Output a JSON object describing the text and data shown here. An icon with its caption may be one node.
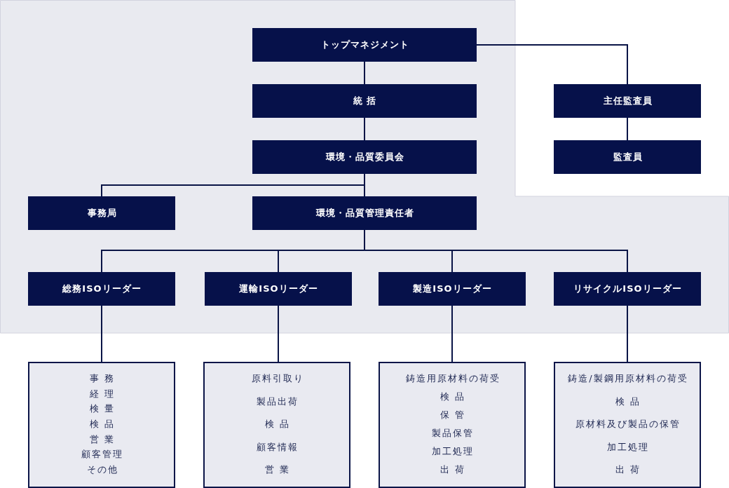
{
  "diagram": {
    "nodes": [
      {
        "text": [
          "トップマネジメント"
        ]
      },
      {
        "text": [
          "統 括"
        ]
      },
      {
        "text": [
          "主任監査員"
        ]
      },
      {
        "text": [
          "環境・品質委員会"
        ]
      },
      {
        "text": [
          "監査員"
        ]
      },
      {
        "text": [
          "事務局"
        ]
      },
      {
        "text": [
          "環境・品質管理責任者"
        ]
      },
      {
        "text": [
          "総務ISOリーダー"
        ]
      },
      {
        "text": [
          "運輸ISOリーダー"
        ]
      },
      {
        "text": [
          "製造ISOリーダー"
        ]
      },
      {
        "text": [
          "リサイクルISOリーダー"
        ]
      },
      {
        "text": [
          "事 務",
          "経 理",
          "検 量",
          "検 品",
          "営 業",
          "顧客管理",
          "その他"
        ]
      },
      {
        "text": [
          "原料引取り",
          "製品出荷",
          "検 品",
          "顧客情報",
          "営 業"
        ]
      },
      {
        "text": [
          "鋳造用原材料の荷受",
          "検 品",
          "保 管",
          "製品保管",
          "加工処理",
          "出 荷"
        ]
      },
      {
        "text": [
          "鋳造/製鋼用原材料の荷受",
          "検 品",
          "原材料及び製品の保管",
          "加工処理",
          "出 荷"
        ]
      }
    ],
    "edges": [
      {
        "from": 0,
        "to": 1,
        "arrow": "none"
      },
      {
        "from": 1,
        "to": 3,
        "arrow": "none"
      },
      {
        "from": 0,
        "to": 2,
        "arrow": "none"
      },
      {
        "from": 2,
        "to": 4,
        "arrow": "none"
      },
      {
        "from": 3,
        "to": 5,
        "arrow": "none"
      },
      {
        "from": 3,
        "to": 6,
        "arrow": "none"
      },
      {
        "from": 6,
        "to": 7,
        "arrow": "none"
      },
      {
        "from": 6,
        "to": 8,
        "arrow": "none"
      },
      {
        "from": 6,
        "to": 9,
        "arrow": "none"
      },
      {
        "from": 6,
        "to": 10,
        "arrow": "none"
      },
      {
        "from": 7,
        "to": 11,
        "arrow": "none"
      },
      {
        "from": 8,
        "to": 12,
        "arrow": "none"
      },
      {
        "from": 9,
        "to": 13,
        "arrow": "none"
      },
      {
        "from": 10,
        "to": 14,
        "arrow": "none"
      }
    ]
  }
}
